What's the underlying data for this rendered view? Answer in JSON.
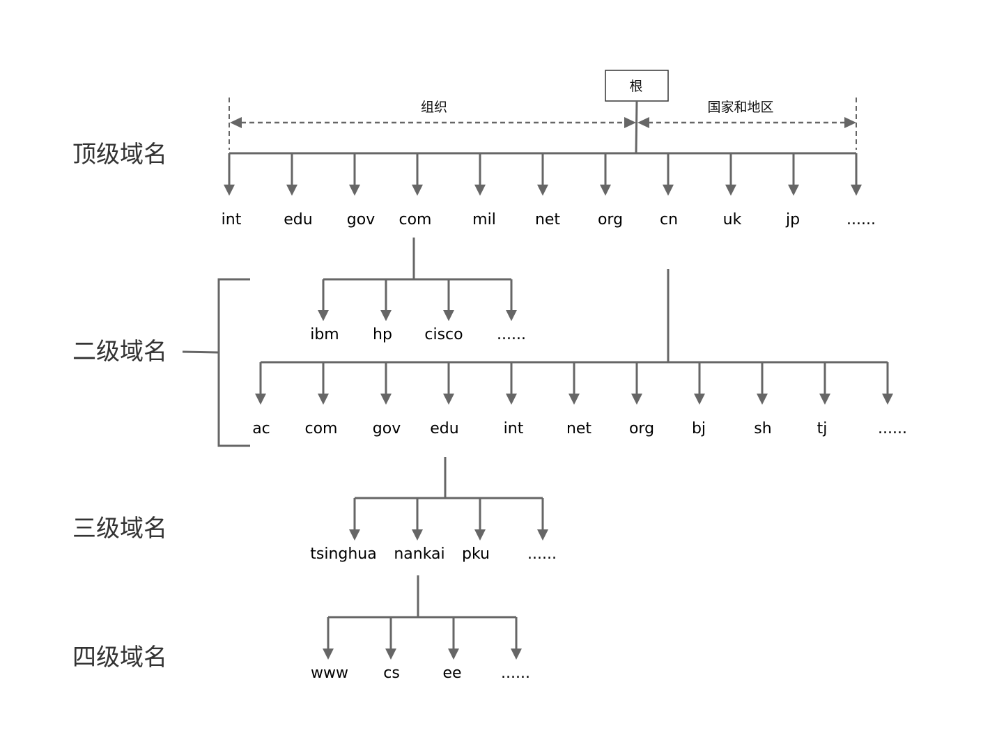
{
  "root": {
    "label": "根"
  },
  "categories": {
    "org": "组织",
    "country": "国家和地区"
  },
  "levels": {
    "top": "顶级域名",
    "second": "二级域名",
    "third": "三级域名",
    "fourth": "四级域名"
  },
  "top_level_domains": [
    "int",
    "edu",
    "gov",
    "com",
    "mil",
    "net",
    "org",
    "cn",
    "uk",
    "jp",
    "......"
  ],
  "com_children": [
    "ibm",
    "hp",
    "cisco",
    "......"
  ],
  "cn_children": [
    "ac",
    "com",
    "gov",
    "edu",
    "int",
    "net",
    "org",
    "bj",
    "sh",
    "tj",
    "......"
  ],
  "edu_children": [
    "tsinghua",
    "nankai",
    "pku",
    "......"
  ],
  "nankai_children": [
    "www",
    "cs",
    "ee",
    "......"
  ]
}
